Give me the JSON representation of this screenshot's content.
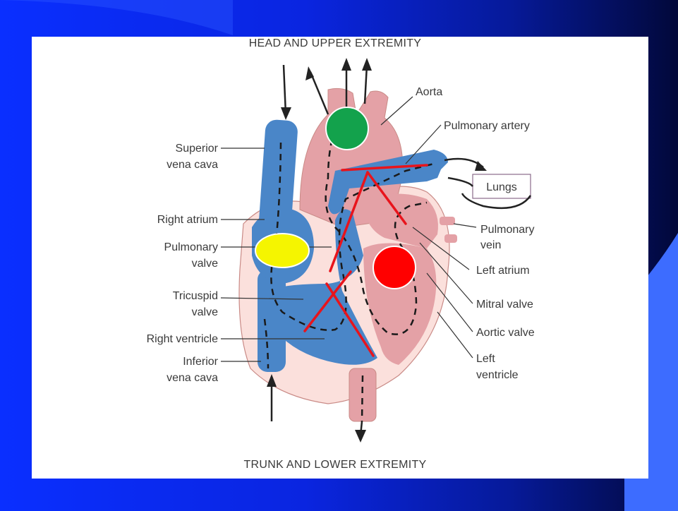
{
  "title_top": "HEAD AND UPPER EXTREMITY",
  "title_bottom": "TRUNK AND LOWER EXTREMITY",
  "labels": {
    "aorta": "Aorta",
    "pulmonary_artery": "Pulmonary artery",
    "lungs": "Lungs",
    "superior_vena_cava_1": "Superior",
    "superior_vena_cava_2": "vena cava",
    "right_atrium": "Right atrium",
    "pulmonary_valve_1": "Pulmonary",
    "pulmonary_valve_2": "valve",
    "tricuspid_valve_1": "Tricuspid",
    "tricuspid_valve_2": "valve",
    "right_ventricle": "Right ventricle",
    "inferior_vena_cava_1": "Inferior",
    "inferior_vena_cava_2": "vena cava",
    "pulmonary_vein_1": "Pulmonary",
    "pulmonary_vein_2": "vein",
    "left_atrium": "Left atrium",
    "mitral_valve": "Mitral valve",
    "aortic_valve": "Aortic valve",
    "left_ventricle_1": "Left",
    "left_ventricle_2": "ventricle"
  },
  "colors": {
    "blood_deoxygenated": "#4a86c8",
    "blood_oxygenated": "#e8a3a8",
    "marker_green": "#13a24c",
    "marker_yellow": "#f5f500",
    "marker_red": "#ff0000",
    "annotation_lines": "#e8141c"
  }
}
